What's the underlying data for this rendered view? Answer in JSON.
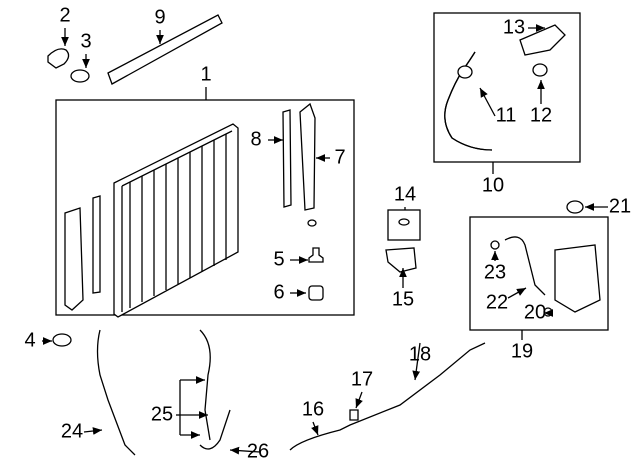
{
  "diagram": {
    "type": "exploded parts diagram",
    "callouts": [
      "1",
      "2",
      "3",
      "4",
      "5",
      "6",
      "7",
      "8",
      "9",
      "10",
      "11",
      "12",
      "13",
      "14",
      "15",
      "16",
      "17",
      "18",
      "19",
      "20",
      "21",
      "22",
      "23",
      "24",
      "25",
      "26"
    ]
  }
}
